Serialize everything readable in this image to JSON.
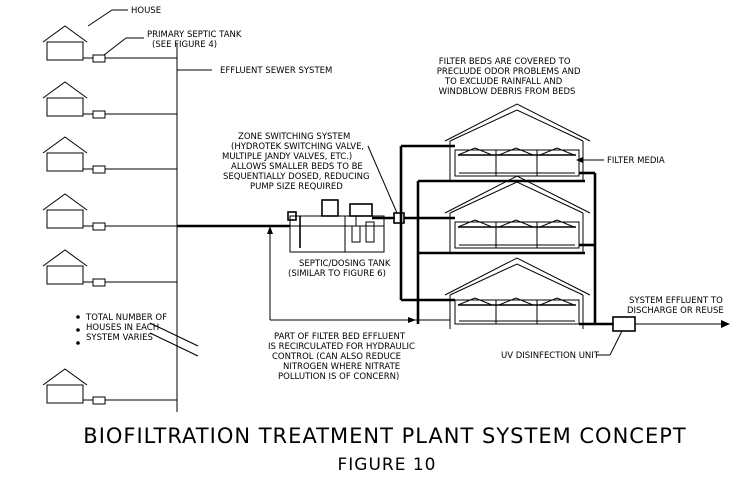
{
  "labels": {
    "house": "HOUSE",
    "primary_tank": [
      "PRIMARY SEPTIC TANK",
      "(SEE FIGURE 4)"
    ],
    "effluent_sewer": "EFFLUENT SEWER SYSTEM",
    "filter_beds_note": [
      "FILTER BEDS ARE COVERED TO",
      "PRECLUDE ODOR PROBLEMS AND",
      "TO EXCLUDE RAINFALL AND",
      "WINDBLOW DEBRIS FROM BEDS"
    ],
    "zone_switching": [
      "ZONE SWITCHING SYSTEM",
      "(HYDROTEK SWITCHING VALVE,",
      "MULTIPLE JANDY VALVES, ETC.)",
      "ALLOWS SMALLER BEDS TO BE",
      "SEQUENTIALLY DOSED, REDUCING",
      "PUMP SIZE REQUIRED"
    ],
    "filter_media": "FILTER MEDIA",
    "septic_dosing_tank": [
      "SEPTIC/DOSING TANK",
      "(SIMILAR TO FIGURE 6)"
    ],
    "system_effluent": [
      "SYSTEM EFFLUENT TO",
      "DISCHARGE OR REUSE"
    ],
    "total_houses": [
      "TOTAL NUMBER OF",
      "HOUSES IN EACH",
      "SYSTEM VARIES"
    ],
    "recirculation_note": [
      "PART OF FILTER BED EFFLUENT",
      "IS RECIRCULATED FOR HYDRAULIC",
      "CONTROL (CAN ALSO REDUCE",
      "NITROGEN WHERE NITRATE",
      "POLLUTION IS OF CONCERN)"
    ],
    "uv_unit": "UV DISINFECTION UNIT"
  },
  "title": "BIOFILTRATION TREATMENT PLANT SYSTEM CONCEPT",
  "subtitle": "FIGURE 10"
}
